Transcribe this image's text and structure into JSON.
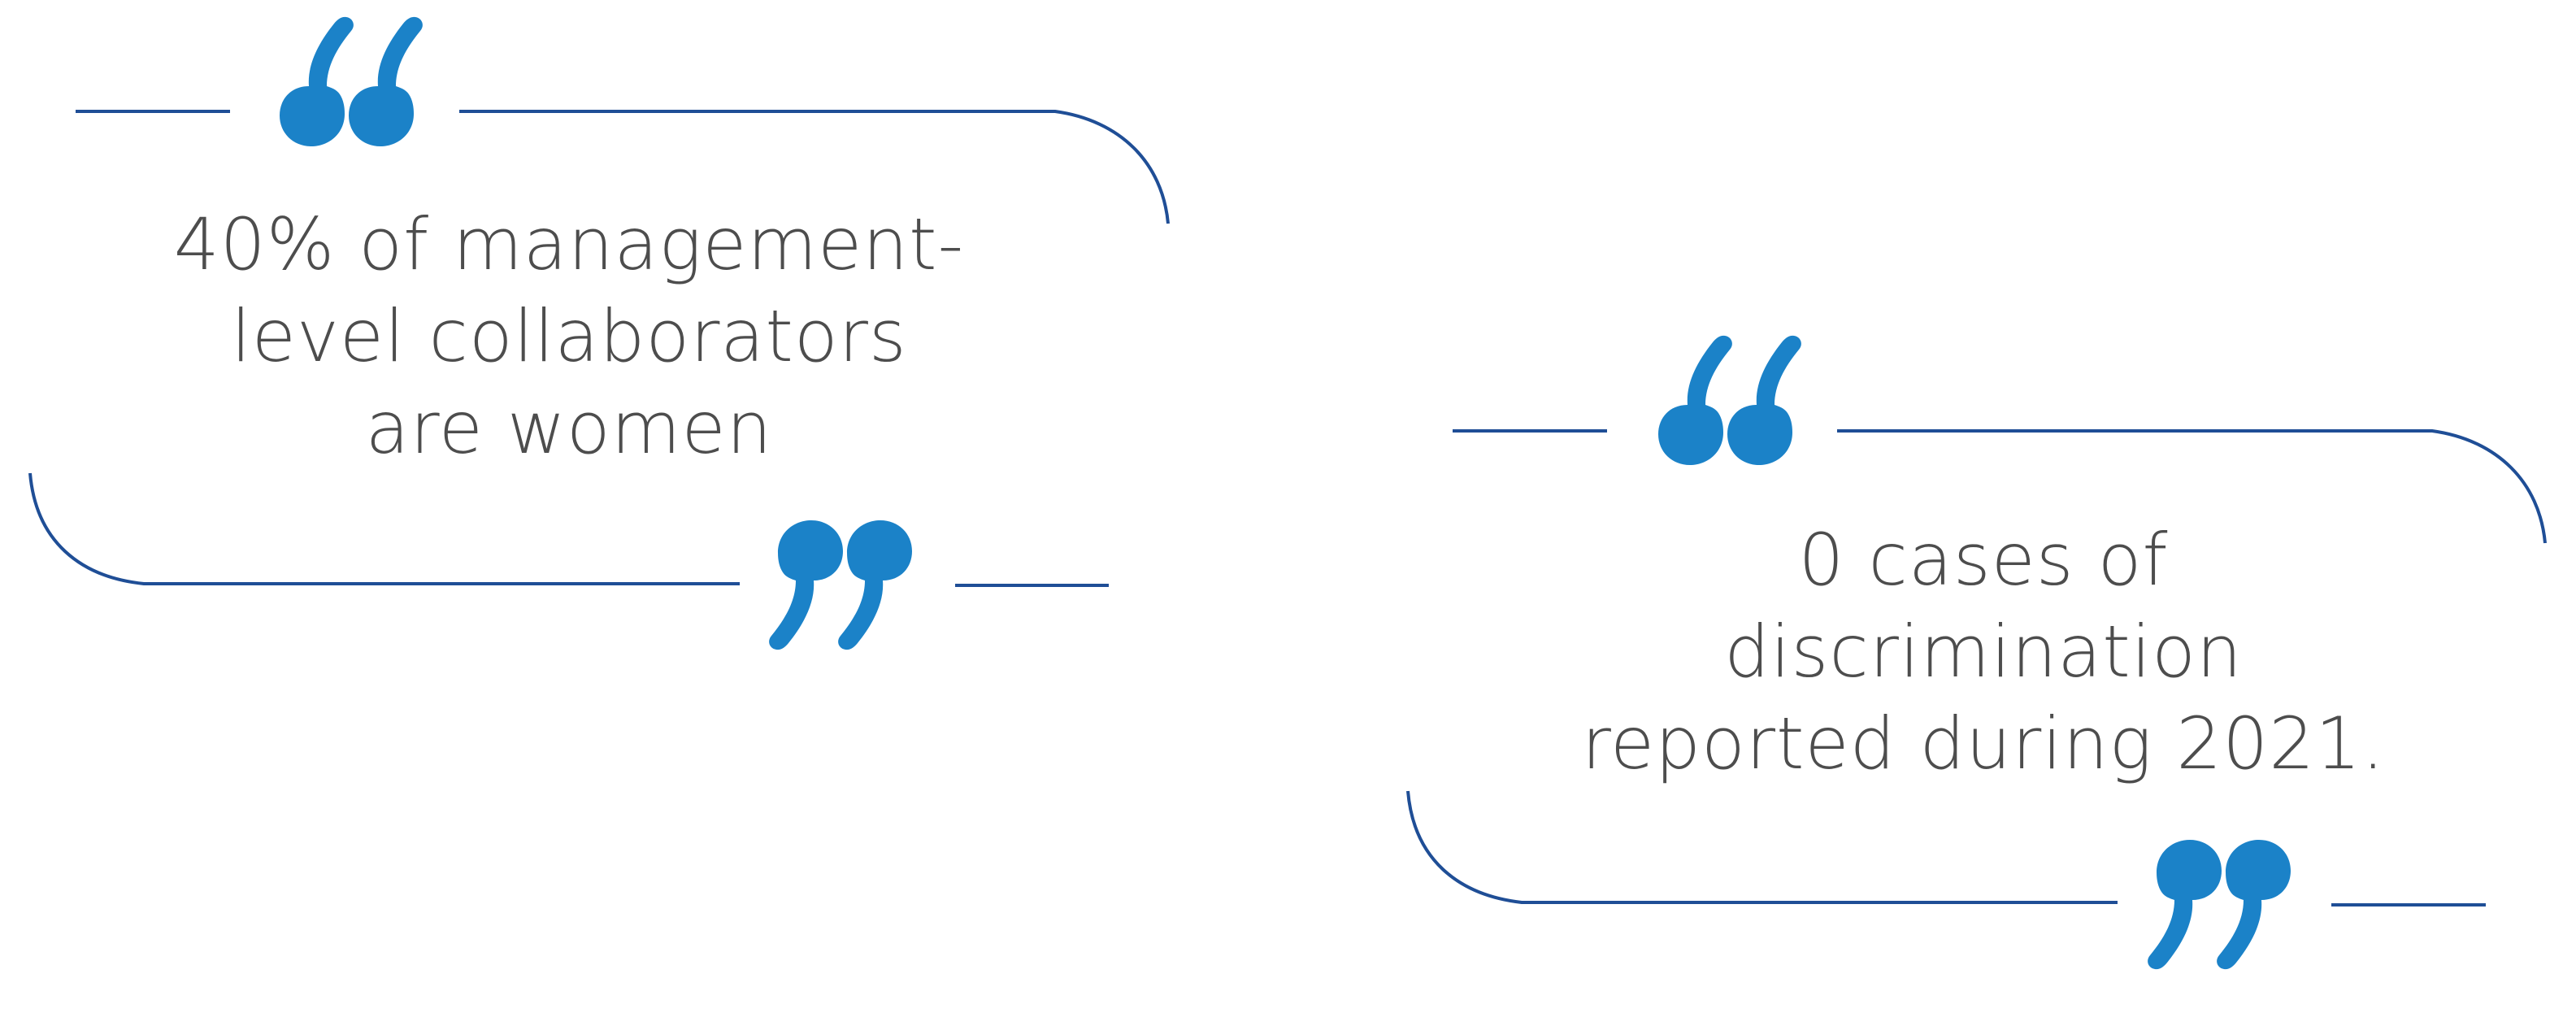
{
  "colors": {
    "line": "#1f4e96",
    "quote_mark": "#1b82c8",
    "text": "#4d4d4d"
  },
  "quotes": [
    {
      "lines": [
        "40% of management-",
        "level collaborators",
        "are women"
      ],
      "open_icon": "open-quote-icon",
      "close_icon": "close-quote-icon"
    },
    {
      "lines": [
        "0 cases of",
        "discrimination",
        "reported during 2021."
      ],
      "open_icon": "open-quote-icon",
      "close_icon": "close-quote-icon"
    }
  ]
}
